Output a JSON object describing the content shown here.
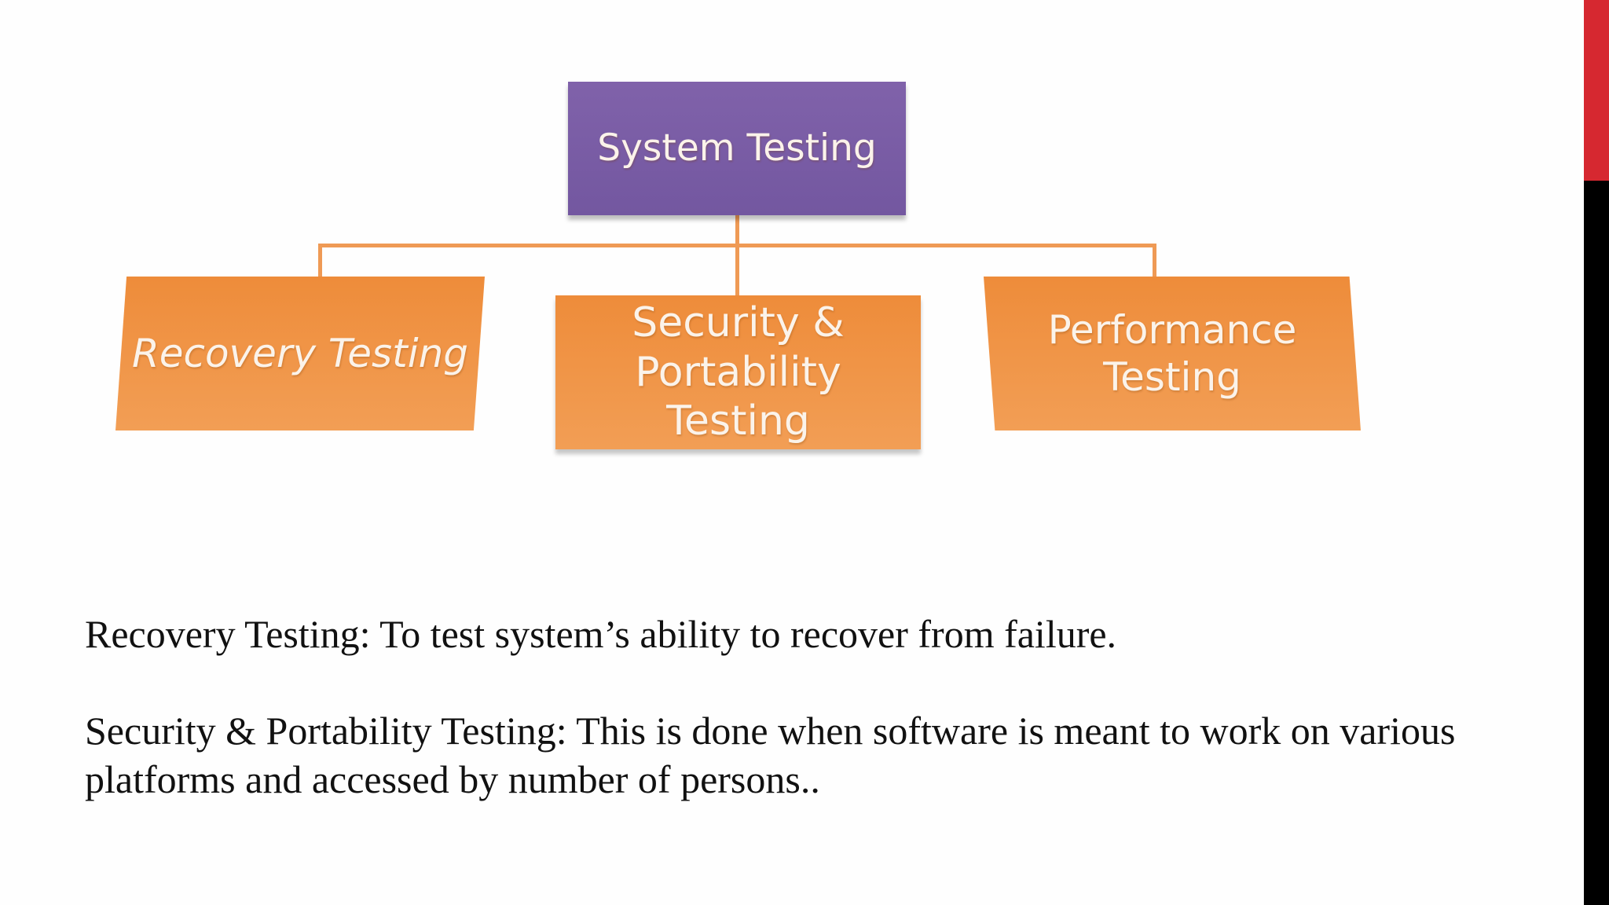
{
  "diagram": {
    "root": {
      "label": "System Testing",
      "color": "#7a5ca6"
    },
    "children": [
      {
        "label": "Recovery Testing",
        "color": "#f0913f"
      },
      {
        "label": "Security &\nPortability\nTesting",
        "color": "#f0913f"
      },
      {
        "label": "Performance\nTesting",
        "color": "#f0913f"
      }
    ],
    "connector_color": "#ef9a55"
  },
  "descriptions": [
    "Recovery Testing: To test system’s ability to recover from failure.",
    "Security & Portability Testing: This is done when software is meant to work on various platforms and accessed by number of persons.."
  ],
  "theme": {
    "accent": "#d62830",
    "side_bar": "#000000"
  }
}
